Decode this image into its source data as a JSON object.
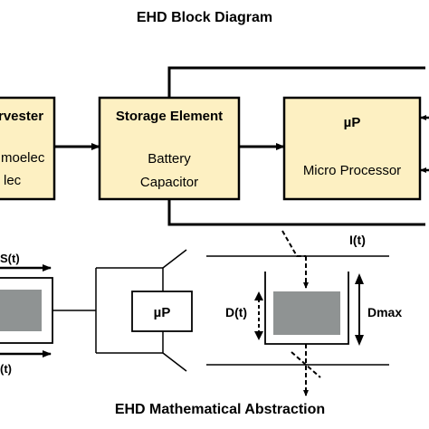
{
  "title": "EHD Block Diagram",
  "subtitle": "EHD Mathematical Abstraction",
  "harvester": {
    "heading": "rvester",
    "line1": "moelec",
    "line2": "lec"
  },
  "storage": {
    "heading": "Storage Element",
    "line1": "Battery",
    "line2": "Capacitor"
  },
  "processor": {
    "heading": "µP",
    "line1": "Micro Processor"
  },
  "abstraction": {
    "source_top_label": "S(t)",
    "source_bottom_label": "(t)",
    "up_box_label": "µP",
    "current_label": "I(t)",
    "level_label": "D(t)",
    "max_label": "Dmax"
  },
  "colors": {
    "block_fill": "#fdf0c2",
    "cell_fill": "#8f9393"
  }
}
